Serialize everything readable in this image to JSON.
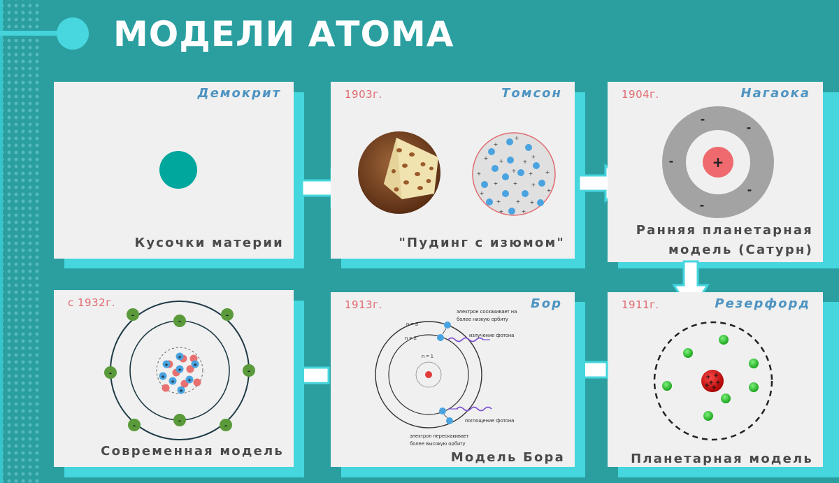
{
  "header": {
    "title": "МОДЕЛИ АТОМА"
  },
  "colors": {
    "background": "#2b9fa0",
    "card": "#f0f0f0",
    "card_shadow": "#45d6de",
    "year": "#e06a70",
    "scientist": "#4e94c2",
    "caption": "#4a4a4a",
    "electron_green": "#5a9a3a",
    "proton_blue": "#4aa3e0",
    "neutron_red": "#e87070"
  },
  "cards": [
    {
      "id": "democritus",
      "year": "",
      "scientist": "Демокрит",
      "caption": "Кусочки материи",
      "figure": "solid-sphere"
    },
    {
      "id": "thomson",
      "year": "1903г.",
      "scientist": "Томсон",
      "caption": "\"Пудинг с изюмом\"",
      "figure": "plum-pudding"
    },
    {
      "id": "nagaoka",
      "year": "1904г.",
      "scientist": "Нагаока",
      "caption_line1": "Ранняя планетарная",
      "caption_line2": "модель (Сатурн)",
      "figure": "saturn-ring",
      "nucleus_sign": "+",
      "ring_sign": "-"
    },
    {
      "id": "rutherford",
      "year": "1911г.",
      "scientist": "Резерфорд",
      "caption": "Планетарная модель",
      "figure": "planetary-dashed"
    },
    {
      "id": "bohr",
      "year": "1913г.",
      "scientist": "Бор",
      "caption": "Модель Бора",
      "figure": "bohr-orbits",
      "labels": {
        "n3": "n = 3",
        "n2": "n = 2",
        "n1": "n = 1",
        "emit_line1": "электрон соскакивает на",
        "emit_line2": "более низкую орбиту",
        "emission": "излучение фотона",
        "absorption": "поглощение фотона",
        "absorb_line1": "электрон перескакивает",
        "absorb_line2": "более высокую орбиту"
      }
    },
    {
      "id": "modern",
      "year": "с 1932г.",
      "scientist": "",
      "caption": "Современная модель",
      "figure": "shell-model",
      "electron_sign": "-",
      "proton_sign": "+"
    }
  ],
  "flow": [
    "democritus",
    "thomson",
    "nagaoka",
    "rutherford",
    "bohr",
    "modern"
  ]
}
